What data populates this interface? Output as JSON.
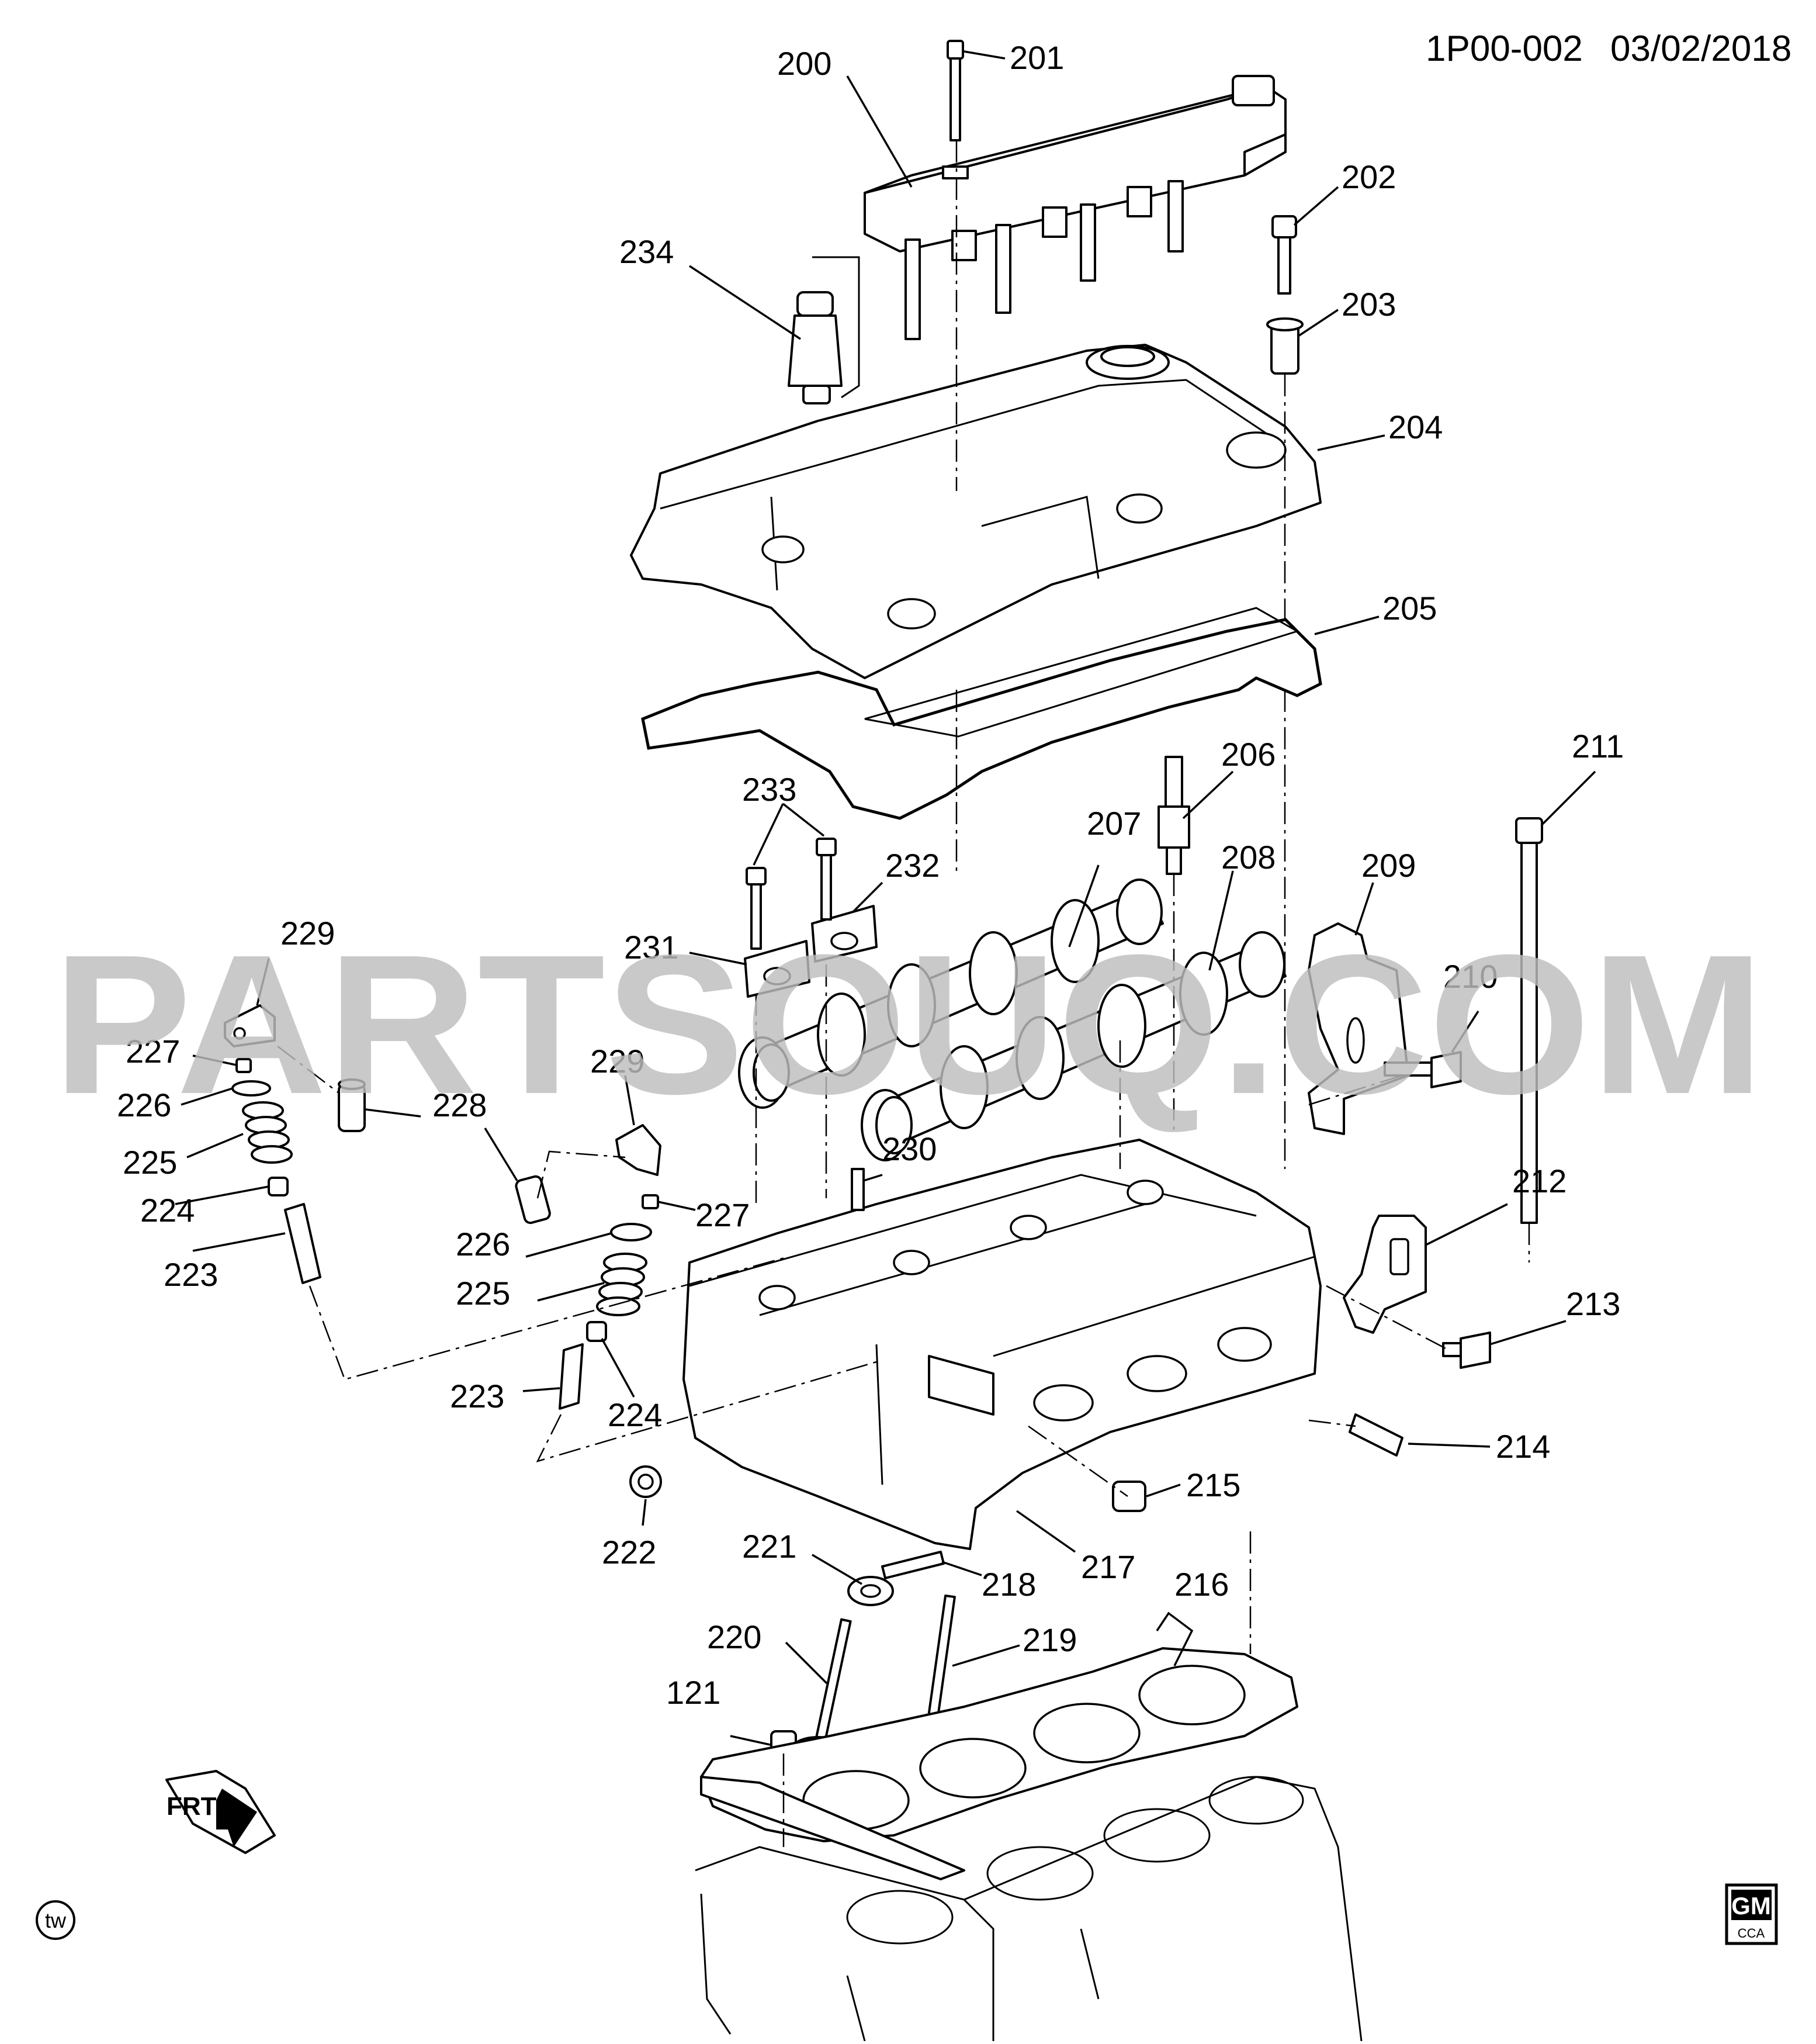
{
  "header": {
    "diagram_code": "1P00-002",
    "date": "03/02/2018"
  },
  "watermark": "PARTSOUQ.COM",
  "orientation_marker": "FRT",
  "corner_badge": "tw",
  "logo": {
    "brand": "GM",
    "sub": "CCA"
  },
  "callouts": [
    {
      "id": "c200",
      "label": "200"
    },
    {
      "id": "c201",
      "label": "201"
    },
    {
      "id": "c202",
      "label": "202"
    },
    {
      "id": "c203",
      "label": "203"
    },
    {
      "id": "c204",
      "label": "204"
    },
    {
      "id": "c205",
      "label": "205"
    },
    {
      "id": "c206",
      "label": "206"
    },
    {
      "id": "c207",
      "label": "207"
    },
    {
      "id": "c208",
      "label": "208"
    },
    {
      "id": "c209",
      "label": "209"
    },
    {
      "id": "c210",
      "label": "210"
    },
    {
      "id": "c211",
      "label": "211"
    },
    {
      "id": "c212",
      "label": "212"
    },
    {
      "id": "c213",
      "label": "213"
    },
    {
      "id": "c214",
      "label": "214"
    },
    {
      "id": "c215",
      "label": "215"
    },
    {
      "id": "c216",
      "label": "216"
    },
    {
      "id": "c217",
      "label": "217"
    },
    {
      "id": "c218",
      "label": "218"
    },
    {
      "id": "c219",
      "label": "219"
    },
    {
      "id": "c220",
      "label": "220"
    },
    {
      "id": "c221",
      "label": "221"
    },
    {
      "id": "c222",
      "label": "222"
    },
    {
      "id": "c223a",
      "label": "223"
    },
    {
      "id": "c223b",
      "label": "223"
    },
    {
      "id": "c224a",
      "label": "224"
    },
    {
      "id": "c224b",
      "label": "224"
    },
    {
      "id": "c225a",
      "label": "225"
    },
    {
      "id": "c225b",
      "label": "225"
    },
    {
      "id": "c226a",
      "label": "226"
    },
    {
      "id": "c226b",
      "label": "226"
    },
    {
      "id": "c227a",
      "label": "227"
    },
    {
      "id": "c227b",
      "label": "227"
    },
    {
      "id": "c228",
      "label": "228"
    },
    {
      "id": "c229a",
      "label": "229"
    },
    {
      "id": "c229b",
      "label": "229"
    },
    {
      "id": "c230",
      "label": "230"
    },
    {
      "id": "c231",
      "label": "231"
    },
    {
      "id": "c232",
      "label": "232"
    },
    {
      "id": "c233",
      "label": "233"
    },
    {
      "id": "c234",
      "label": "234"
    },
    {
      "id": "c121",
      "label": "121"
    }
  ]
}
